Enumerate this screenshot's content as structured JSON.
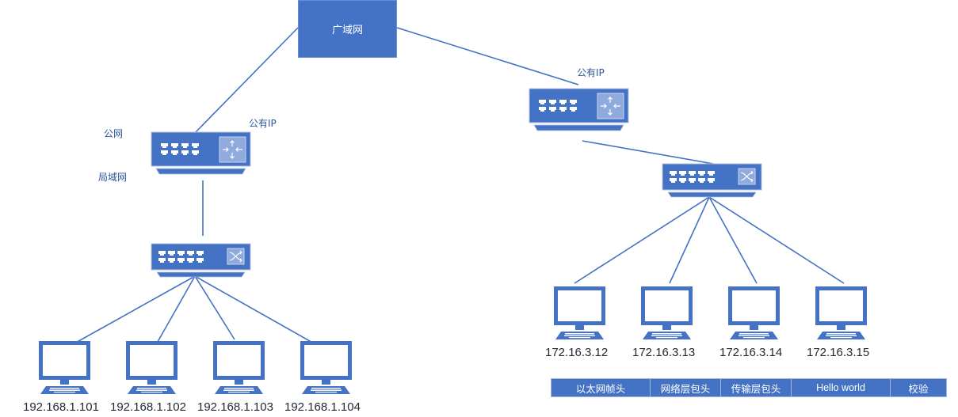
{
  "colors": {
    "primary": "#4472c4",
    "light": "#8faadc",
    "label": "#2f5597",
    "text": "#222a35"
  },
  "wan": {
    "label": "广域网"
  },
  "left_network": {
    "router": {
      "label_public_net": "公网",
      "label_public_ip": "公有IP",
      "label_lan": "局域网"
    },
    "hosts": [
      {
        "ip": "192.168.1.101"
      },
      {
        "ip": "192.168.1.102"
      },
      {
        "ip": "192.168.1.103"
      },
      {
        "ip": "192.168.1.104"
      }
    ]
  },
  "right_network": {
    "router": {
      "label_public_ip": "公有IP"
    },
    "hosts": [
      {
        "ip": "172.16.3.12"
      },
      {
        "ip": "172.16.3.13"
      },
      {
        "ip": "172.16.3.14"
      },
      {
        "ip": "172.16.3.15"
      }
    ]
  },
  "packet": {
    "fields": [
      {
        "label": "以太网帧头"
      },
      {
        "label": "网络层包头"
      },
      {
        "label": "传输层包头"
      },
      {
        "label": "Hello world"
      },
      {
        "label": "校验"
      }
    ]
  }
}
